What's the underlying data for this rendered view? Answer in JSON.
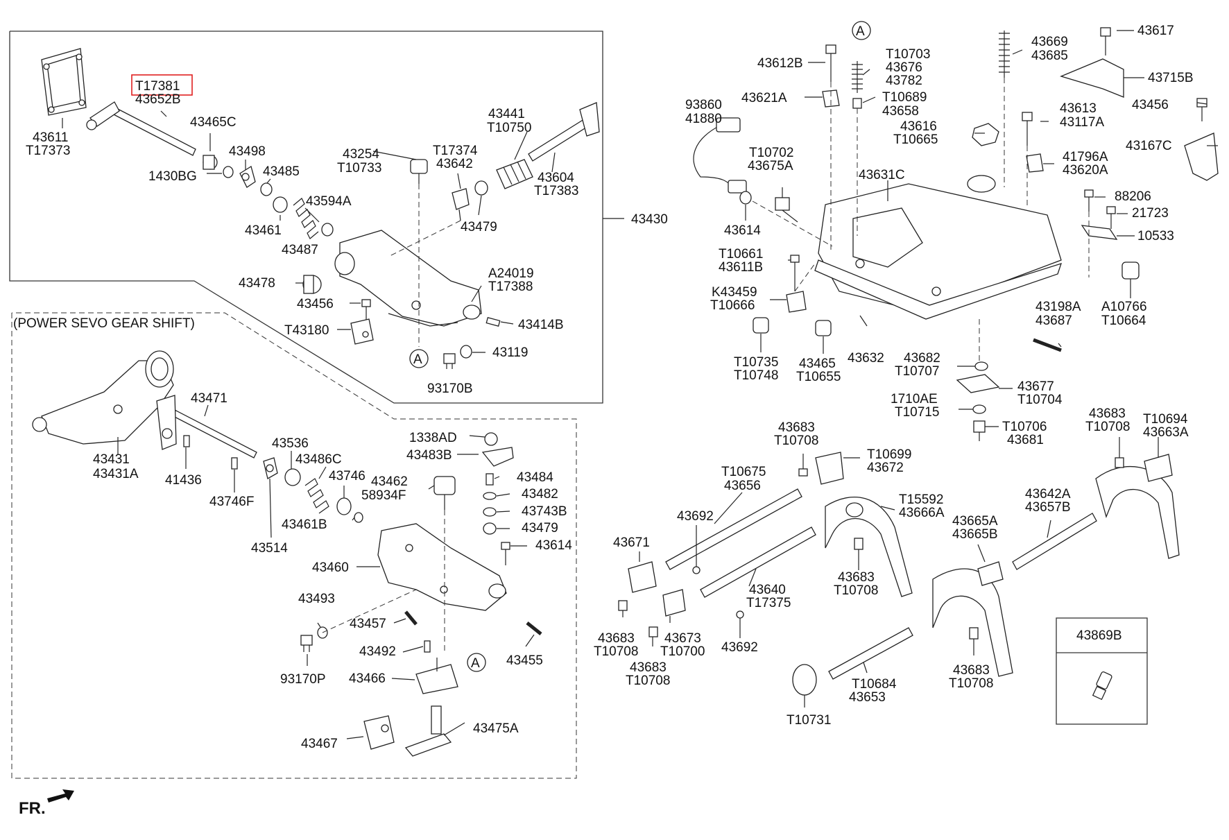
{
  "section_title": "(POWER SEVO GEAR SHIFT)",
  "orientation_label": "FR.",
  "highlight_color": "#e02020",
  "line_color": "#222222",
  "callouts": {
    "c_43611": [
      "43611",
      "T17373"
    ],
    "c_43652b": [
      "T17381",
      "43652B"
    ],
    "c_43465c": [
      "43465C"
    ],
    "c_1430bg": [
      "1430BG"
    ],
    "c_43498": [
      "43498"
    ],
    "c_43485": [
      "43485"
    ],
    "c_43594a": [
      "43594A"
    ],
    "c_43461": [
      "43461"
    ],
    "c_43487": [
      "43487"
    ],
    "c_43254": [
      "43254",
      "T10733"
    ],
    "c_43642": [
      "T17374",
      "43642"
    ],
    "c_43479a": [
      "43479"
    ],
    "c_43441": [
      "43441",
      "T10750"
    ],
    "c_43604": [
      "43604",
      "T17383"
    ],
    "c_43430": [
      "43430"
    ],
    "c_43478": [
      "43478"
    ],
    "c_a24019": [
      "A24019",
      "T17388"
    ],
    "c_43456a": [
      "43456"
    ],
    "c_t43180": [
      "T43180"
    ],
    "c_43414b": [
      "43414B"
    ],
    "c_43119": [
      "43119"
    ],
    "c_93170b": [
      "93170B"
    ],
    "c_43471": [
      "43471"
    ],
    "c_43431": [
      "43431",
      "43431A"
    ],
    "c_41436": [
      "41436"
    ],
    "c_43746f": [
      "43746F"
    ],
    "c_43536": [
      "43536"
    ],
    "c_43486c": [
      "43486C"
    ],
    "c_43746": [
      "43746"
    ],
    "c_43514": [
      "43514"
    ],
    "c_43461b": [
      "43461B"
    ],
    "c_1338ad": [
      "1338AD"
    ],
    "c_43483b": [
      "43483B"
    ],
    "c_43462": [
      "43462",
      "58934F"
    ],
    "c_43484": [
      "43484"
    ],
    "c_43482": [
      "43482"
    ],
    "c_43743b": [
      "43743B"
    ],
    "c_43479b": [
      "43479"
    ],
    "c_43614b": [
      "43614"
    ],
    "c_43460": [
      "43460"
    ],
    "c_43493": [
      "43493"
    ],
    "c_43457": [
      "43457"
    ],
    "c_43492": [
      "43492"
    ],
    "c_43455": [
      "43455"
    ],
    "c_93170p": [
      "93170P"
    ],
    "c_43466": [
      "43466"
    ],
    "c_43467": [
      "43467"
    ],
    "c_43475a": [
      "43475A"
    ],
    "c_43612b": [
      "43612B"
    ],
    "c_43676": [
      "T10703",
      "43676",
      "43782"
    ],
    "c_43669": [
      "43669",
      "43685"
    ],
    "c_43617": [
      "43617"
    ],
    "c_43715b": [
      "43715B"
    ],
    "c_43621a": [
      "43621A"
    ],
    "c_43658": [
      "T10689",
      "43658"
    ],
    "c_93860": [
      "93860",
      "41880"
    ],
    "c_43613": [
      "43613",
      "43117A"
    ],
    "c_43456b": [
      "43456"
    ],
    "c_43616": [
      "43616",
      "T10665"
    ],
    "c_43167c": [
      "43167C"
    ],
    "c_43675a": [
      "T10702",
      "43675A"
    ],
    "c_41796a": [
      "41796A",
      "43620A"
    ],
    "c_43631c": [
      "43631C"
    ],
    "c_88206": [
      "88206"
    ],
    "c_21723": [
      "21723"
    ],
    "c_43614a": [
      "43614"
    ],
    "c_10533": [
      "10533"
    ],
    "c_43611b": [
      "T10661",
      "43611B"
    ],
    "c_k43459": [
      "K43459",
      "T10666"
    ],
    "c_43198a": [
      "43198A",
      "43687"
    ],
    "c_a10766": [
      "A10766",
      "T10664"
    ],
    "c_t10735": [
      "T10735",
      "T10748"
    ],
    "c_43465": [
      "43465",
      "T10655"
    ],
    "c_43632": [
      "43632"
    ],
    "c_43682": [
      "43682",
      "T10707"
    ],
    "c_43677": [
      "43677",
      "T10704"
    ],
    "c_1710ae": [
      "1710AE",
      "T10715"
    ],
    "c_43681": [
      "T10706",
      "43681"
    ],
    "c_43683a": [
      "43683",
      "T10708"
    ],
    "c_43672": [
      "T10699",
      "43672"
    ],
    "c_43683b": [
      "43683",
      "T10708"
    ],
    "c_43663a": [
      "T10694",
      "43663A"
    ],
    "c_43656": [
      "T10675",
      "43656"
    ],
    "c_43666a": [
      "T15592",
      "43666A"
    ],
    "c_43692a": [
      "43692"
    ],
    "c_43642a": [
      "43642A",
      "43657B"
    ],
    "c_43671": [
      "43671"
    ],
    "c_43665a": [
      "43665A",
      "43665B"
    ],
    "c_43683c": [
      "43683",
      "T10708"
    ],
    "c_43640": [
      "43640",
      "T17375"
    ],
    "c_43683d": [
      "43683",
      "T10708"
    ],
    "c_43673": [
      "43673",
      "T10700"
    ],
    "c_43692b": [
      "43692"
    ],
    "c_43683e": [
      "43683",
      "T10708"
    ],
    "c_43653": [
      "T10684",
      "43653"
    ],
    "c_43683f": [
      "43683",
      "T10708"
    ],
    "c_t10731": [
      "T10731"
    ],
    "c_a1": [
      "A"
    ],
    "c_a2": [
      "A"
    ],
    "c_a3": [
      "A"
    ]
  },
  "legend_box": {
    "part_number": "43869B"
  }
}
